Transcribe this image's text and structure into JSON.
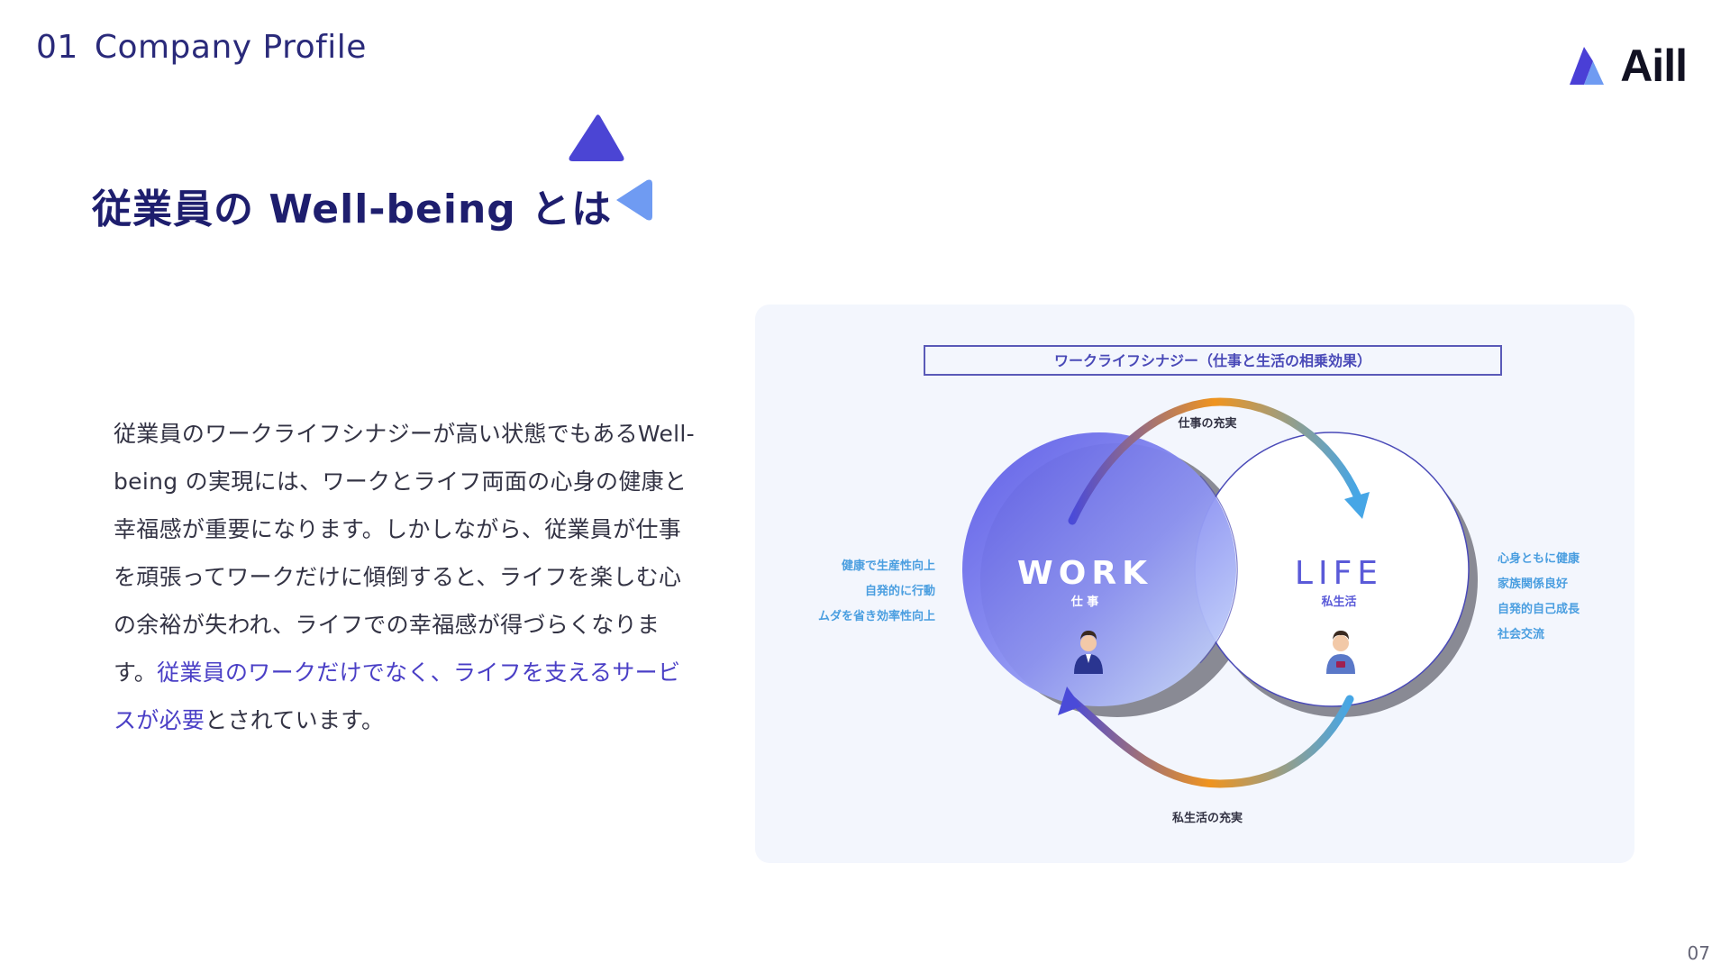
{
  "header": {
    "section_number": "01",
    "section_title": "Company Profile",
    "brand_name": "Aill"
  },
  "title": "従業員の Well-being とは",
  "body": {
    "text_plain": "従業員のワークライフシナジーが高い状態でもあるWell-being の実現には、ワークとライフ両面の心身の健康と幸福感が重要になります。しかしながら、従業員が仕事を頑張ってワークだけに傾倒すると、ライフを楽しむ心の余裕が失われ、ライフでの幸福感が得づらくなります。",
    "text_highlight": "従業員のワークだけでなく、ライフを支えるサービスが必要",
    "text_end": "とされています。"
  },
  "diagram": {
    "title": "ワークライフシナジー（仕事と生活の相乗効果）",
    "top_arrow_label": "仕事の充実",
    "bottom_arrow_label": "私生活の充実",
    "work": {
      "label": "WORK",
      "sublabel": "仕 事",
      "benefits": [
        "健康で生産性向上",
        "自発的に行動",
        "ムダを省き効率性向上"
      ]
    },
    "life": {
      "label": "LIFE",
      "sublabel": "私生活",
      "benefits": [
        "心身ともに健康",
        "家族関係良好",
        "自発的自己成長",
        "社会交流"
      ]
    }
  },
  "colors": {
    "heading": "#1e1e6e",
    "accent": "#4a3fc6",
    "work_circle": "#6f6fe8",
    "life_stroke": "#4a4ab8",
    "benefit_text": "#4a9ee0"
  },
  "page_number": "07"
}
